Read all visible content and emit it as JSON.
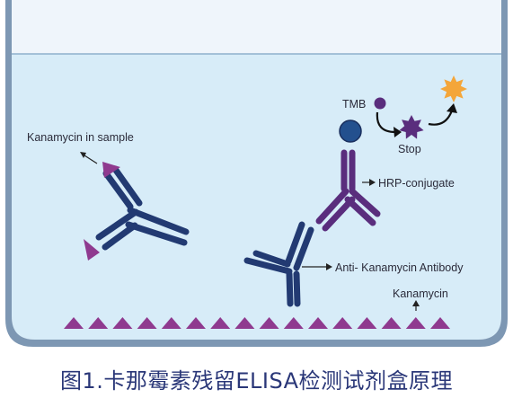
{
  "labels": {
    "kanamycin_in_sample": "Kanamycin in sample",
    "tmb": "TMB",
    "stop": "Stop",
    "hrp_conjugate": "HRP-conjugate",
    "anti_kanamycin_antibody": "Anti- Kanamycin Antibody",
    "kanamycin": "Kanamycin"
  },
  "caption": "图1.卡那霉素残留ELISA检测试剂盒原理",
  "colors": {
    "well_wall": "#7d97b3",
    "liquid": "#d7ecf8",
    "antibody_navy": "#223a72",
    "hrp_purple": "#5a2d7d",
    "antigen_magenta": "#8f3a8f",
    "product_orange": "#f4a63a",
    "hrp_enzyme": "#23508e",
    "text": "#2b2b3a",
    "caption": "#2a3778"
  },
  "coated_antigen_count": 16
}
